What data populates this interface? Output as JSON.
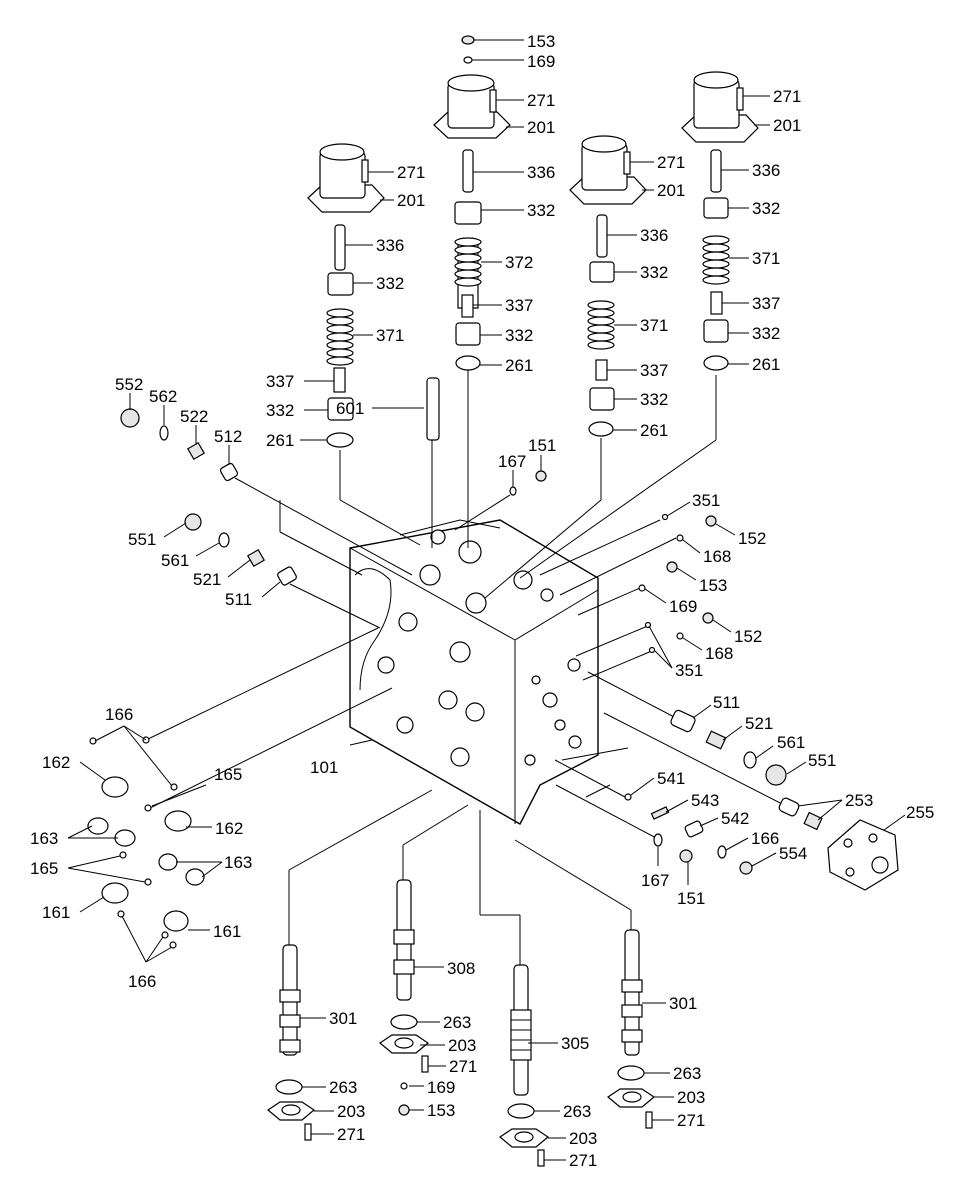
{
  "parts": [
    {
      "id": "p153a",
      "text": "153"
    },
    {
      "id": "p169a",
      "text": "169"
    },
    {
      "id": "p271a",
      "text": "271"
    },
    {
      "id": "p201a",
      "text": "201"
    },
    {
      "id": "p336a",
      "text": "336"
    },
    {
      "id": "p332a",
      "text": "332"
    },
    {
      "id": "p372",
      "text": "372"
    },
    {
      "id": "p337a",
      "text": "337"
    },
    {
      "id": "p332b",
      "text": "332"
    },
    {
      "id": "p261a",
      "text": "261"
    },
    {
      "id": "p271b",
      "text": "271"
    },
    {
      "id": "p201b",
      "text": "201"
    },
    {
      "id": "p336b",
      "text": "336"
    },
    {
      "id": "p332c",
      "text": "332"
    },
    {
      "id": "p371a",
      "text": "371"
    },
    {
      "id": "p337b",
      "text": "337"
    },
    {
      "id": "p332d",
      "text": "332"
    },
    {
      "id": "p261b",
      "text": "261"
    },
    {
      "id": "p271c",
      "text": "271"
    },
    {
      "id": "p201c",
      "text": "201"
    },
    {
      "id": "p336c",
      "text": "336"
    },
    {
      "id": "p332e",
      "text": "332"
    },
    {
      "id": "p371b",
      "text": "371"
    },
    {
      "id": "p337c",
      "text": "337"
    },
    {
      "id": "p332f",
      "text": "332"
    },
    {
      "id": "p261c",
      "text": "261"
    },
    {
      "id": "p271d",
      "text": "271"
    },
    {
      "id": "p201d",
      "text": "201"
    },
    {
      "id": "p336d",
      "text": "336"
    },
    {
      "id": "p332g",
      "text": "332"
    },
    {
      "id": "p371c",
      "text": "371"
    },
    {
      "id": "p337d",
      "text": "337"
    },
    {
      "id": "p332h",
      "text": "332"
    },
    {
      "id": "p261d",
      "text": "261"
    },
    {
      "id": "p552",
      "text": "552"
    },
    {
      "id": "p562",
      "text": "562"
    },
    {
      "id": "p522",
      "text": "522"
    },
    {
      "id": "p512",
      "text": "512"
    },
    {
      "id": "p601",
      "text": "601"
    },
    {
      "id": "p151a",
      "text": "151"
    },
    {
      "id": "p167a",
      "text": "167"
    },
    {
      "id": "p351a",
      "text": "351"
    },
    {
      "id": "p152a",
      "text": "152"
    },
    {
      "id": "p168a",
      "text": "168"
    },
    {
      "id": "p153b",
      "text": "153"
    },
    {
      "id": "p169b",
      "text": "169"
    },
    {
      "id": "p152b",
      "text": "152"
    },
    {
      "id": "p168b",
      "text": "168"
    },
    {
      "id": "p351b",
      "text": "351"
    },
    {
      "id": "p551a",
      "text": "551"
    },
    {
      "id": "p561a",
      "text": "561"
    },
    {
      "id": "p521a",
      "text": "521"
    },
    {
      "id": "p511a",
      "text": "511"
    },
    {
      "id": "p511b",
      "text": "511"
    },
    {
      "id": "p521b",
      "text": "521"
    },
    {
      "id": "p561b",
      "text": "561"
    },
    {
      "id": "p551b",
      "text": "551"
    },
    {
      "id": "p253",
      "text": "253"
    },
    {
      "id": "p255",
      "text": "255"
    },
    {
      "id": "p541",
      "text": "541"
    },
    {
      "id": "p543",
      "text": "543"
    },
    {
      "id": "p542",
      "text": "542"
    },
    {
      "id": "p166a",
      "text": "166"
    },
    {
      "id": "p554",
      "text": "554"
    },
    {
      "id": "p167b",
      "text": "167"
    },
    {
      "id": "p151b",
      "text": "151"
    },
    {
      "id": "p101",
      "text": "101"
    },
    {
      "id": "p166b",
      "text": "166"
    },
    {
      "id": "p162a",
      "text": "162"
    },
    {
      "id": "p165a",
      "text": "165"
    },
    {
      "id": "p162b",
      "text": "162"
    },
    {
      "id": "p163a",
      "text": "163"
    },
    {
      "id": "p165b",
      "text": "165"
    },
    {
      "id": "p163b",
      "text": "163"
    },
    {
      "id": "p161a",
      "text": "161"
    },
    {
      "id": "p161b",
      "text": "161"
    },
    {
      "id": "p166c",
      "text": "166"
    },
    {
      "id": "p308",
      "text": "308"
    },
    {
      "id": "p301a",
      "text": "301"
    },
    {
      "id": "p301b",
      "text": "301"
    },
    {
      "id": "p263a",
      "text": "263"
    },
    {
      "id": "p203a",
      "text": "203"
    },
    {
      "id": "p271e",
      "text": "271"
    },
    {
      "id": "p169c",
      "text": "169"
    },
    {
      "id": "p153c",
      "text": "153"
    },
    {
      "id": "p305",
      "text": "305"
    },
    {
      "id": "p263b",
      "text": "263"
    },
    {
      "id": "p203b",
      "text": "203"
    },
    {
      "id": "p271f",
      "text": "271"
    },
    {
      "id": "p263c",
      "text": "263"
    },
    {
      "id": "p203c",
      "text": "203"
    },
    {
      "id": "p271g",
      "text": "271"
    },
    {
      "id": "p263d",
      "text": "263"
    },
    {
      "id": "p203d",
      "text": "203"
    },
    {
      "id": "p271h",
      "text": "271"
    }
  ]
}
